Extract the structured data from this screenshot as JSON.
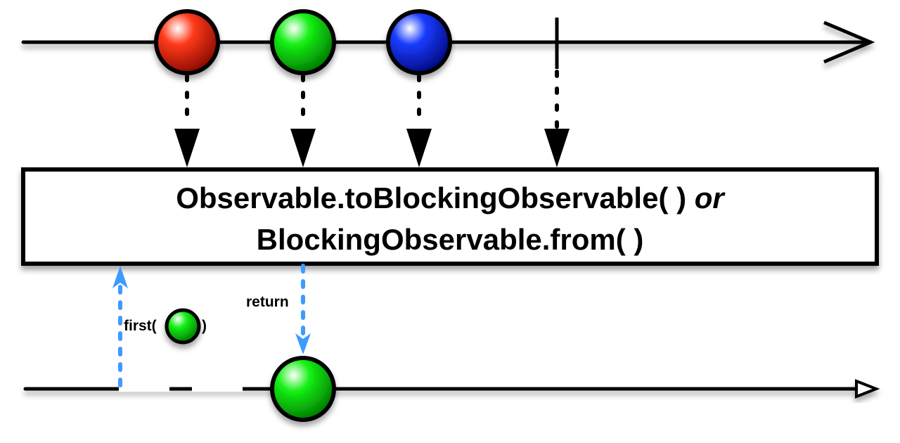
{
  "operator": {
    "line1_main": "Observable.toBlockingObservable( ) ",
    "line1_or": "or",
    "line2": "BlockingObservable.from( )"
  },
  "labels": {
    "first_open": "first(",
    "first_close": ")",
    "return": "return"
  },
  "colors": {
    "red": "#ff2200",
    "green": "#00ee00",
    "blue": "#0022ff",
    "arrow_blue": "#3d9bff"
  },
  "source_items": [
    "red",
    "green",
    "blue"
  ],
  "result_item": "green"
}
